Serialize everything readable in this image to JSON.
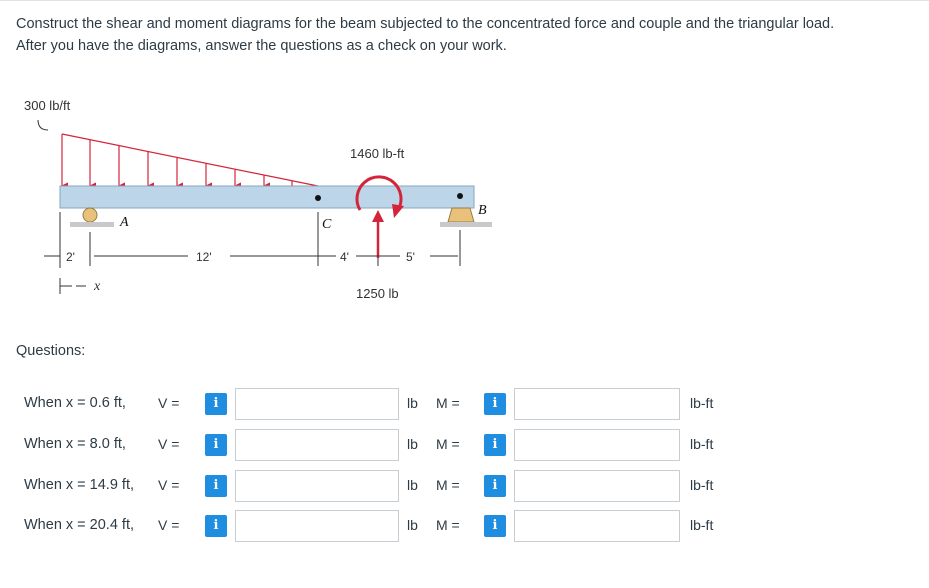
{
  "prompt": {
    "line1": "Construct the shear and moment diagrams for the beam subjected to the concentrated force and couple and the triangular load.",
    "line2": "After you have the diagrams, answer the questions as a check on your work."
  },
  "figure": {
    "load_label": "300 lb/ft",
    "couple_label": "1460 lb-ft",
    "force_label": "1250 lb",
    "support_a": "A",
    "support_b": "B",
    "point_c": "C",
    "dim_2": "2'",
    "dim_12": "12'",
    "dim_4": "4'",
    "dim_5": "5'",
    "x_label": "x"
  },
  "questions_label": "Questions:",
  "questions": [
    {
      "when": "When x = 0.6 ft,",
      "v_label": "V =",
      "v_value": "",
      "v_unit": "lb",
      "m_label": "M =",
      "m_value": "",
      "m_unit": "lb-ft"
    },
    {
      "when": "When x = 8.0 ft,",
      "v_label": "V =",
      "v_value": "",
      "v_unit": "lb",
      "m_label": "M =",
      "m_value": "",
      "m_unit": "lb-ft"
    },
    {
      "when": "When x = 14.9 ft,",
      "v_label": "V =",
      "v_value": "",
      "v_unit": "lb",
      "m_label": "M =",
      "m_value": "",
      "m_unit": "lb-ft"
    },
    {
      "when": "When x = 20.4 ft,",
      "v_label": "V =",
      "v_value": "",
      "v_unit": "lb",
      "m_label": "M =",
      "m_value": "",
      "m_unit": "lb-ft"
    }
  ],
  "info_glyph": "i",
  "colors": {
    "info_button": "#1f8ee0",
    "load_arrows": "#d4243a",
    "beam": "#bcd5e8",
    "support": "#e8c27a"
  }
}
